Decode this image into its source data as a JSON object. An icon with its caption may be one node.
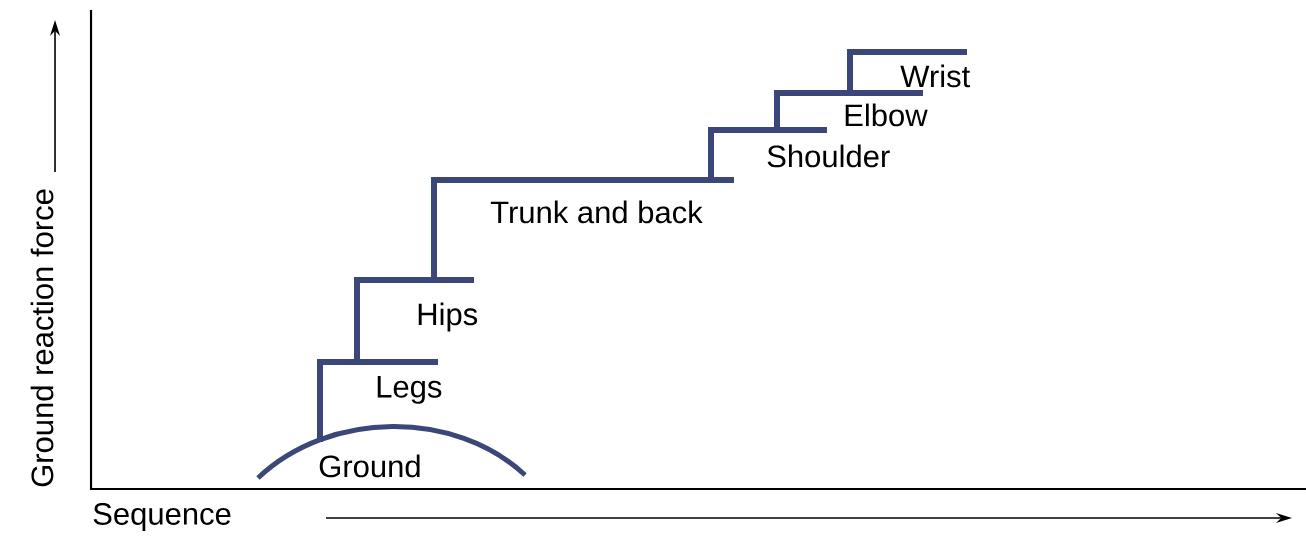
{
  "diagram": {
    "labels": [
      "Wrist",
      "Elbow",
      "Shoulder",
      "Trunk and back",
      "Hips",
      "Legs",
      "Ground",
      "Ground reaction force",
      "Sequence"
    ]
  }
}
